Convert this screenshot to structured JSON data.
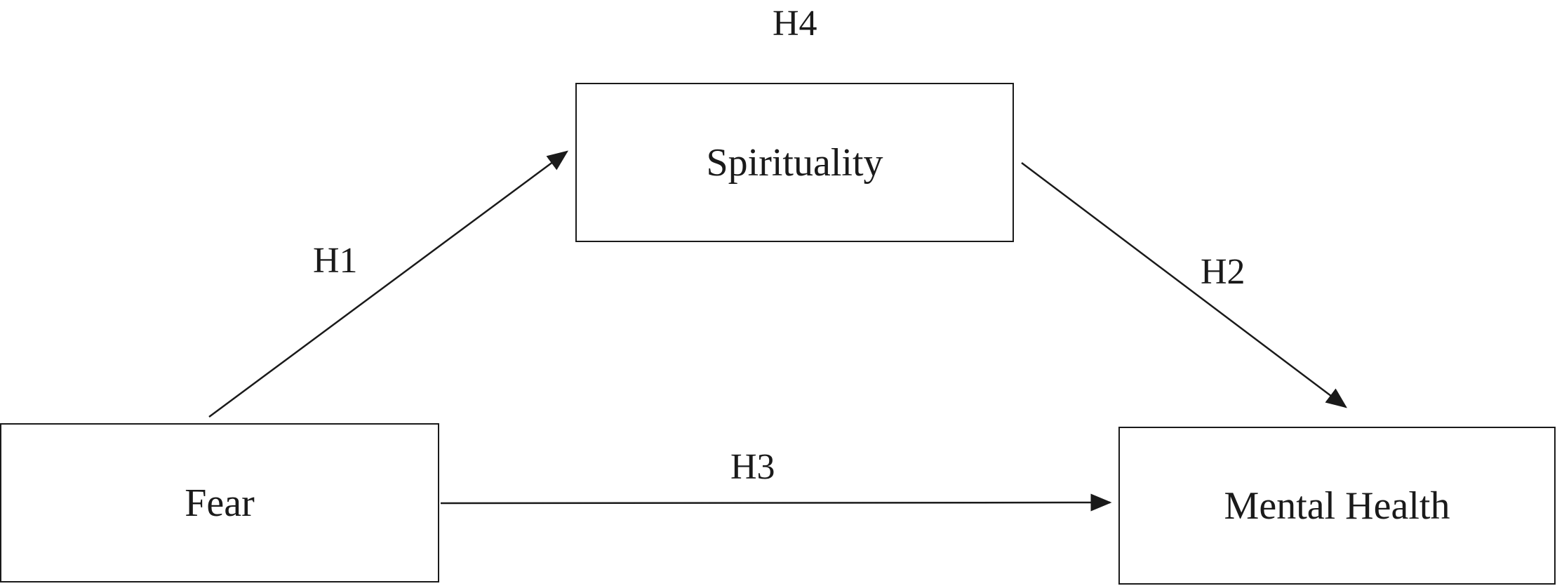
{
  "nodes": {
    "fear": "Fear",
    "spirituality": "Spirituality",
    "mental_health": "Mental Health"
  },
  "paths": {
    "h1": "H1",
    "h2": "H2",
    "h3": "H3",
    "h4": "H4"
  }
}
